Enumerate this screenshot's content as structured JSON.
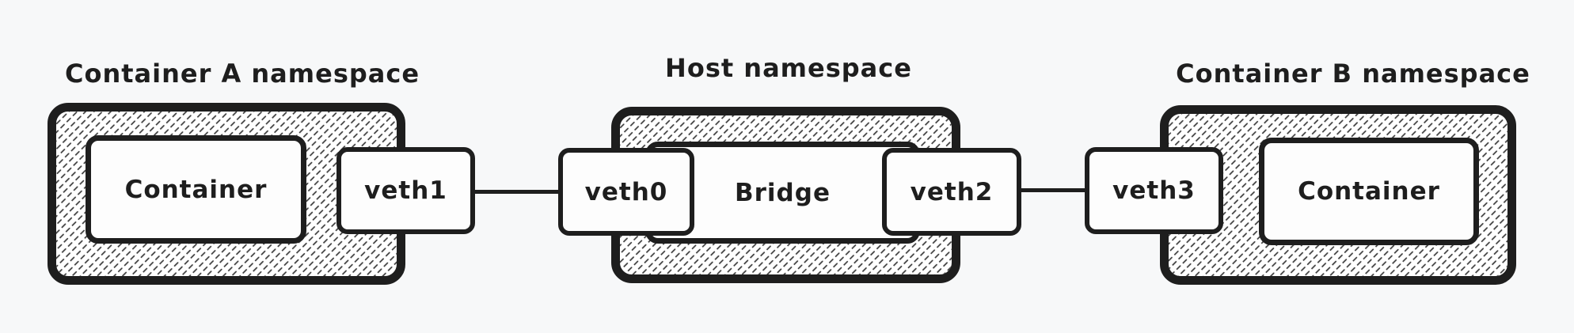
{
  "colors": {
    "background": "#f7f8f9",
    "ink": "#1e1e1e",
    "box_fill": "#fdfdfd",
    "hatch_stroke": "#3f3f3f"
  },
  "namespace_a": {
    "title": "Container A namespace",
    "container_label": "Container",
    "veth_label": "veth1"
  },
  "host": {
    "title": "Host namespace",
    "bridge_label": "Bridge",
    "veth0_label": "veth0",
    "veth2_label": "veth2"
  },
  "namespace_b": {
    "title": "Container B namespace",
    "container_label": "Container",
    "veth_label": "veth3"
  }
}
